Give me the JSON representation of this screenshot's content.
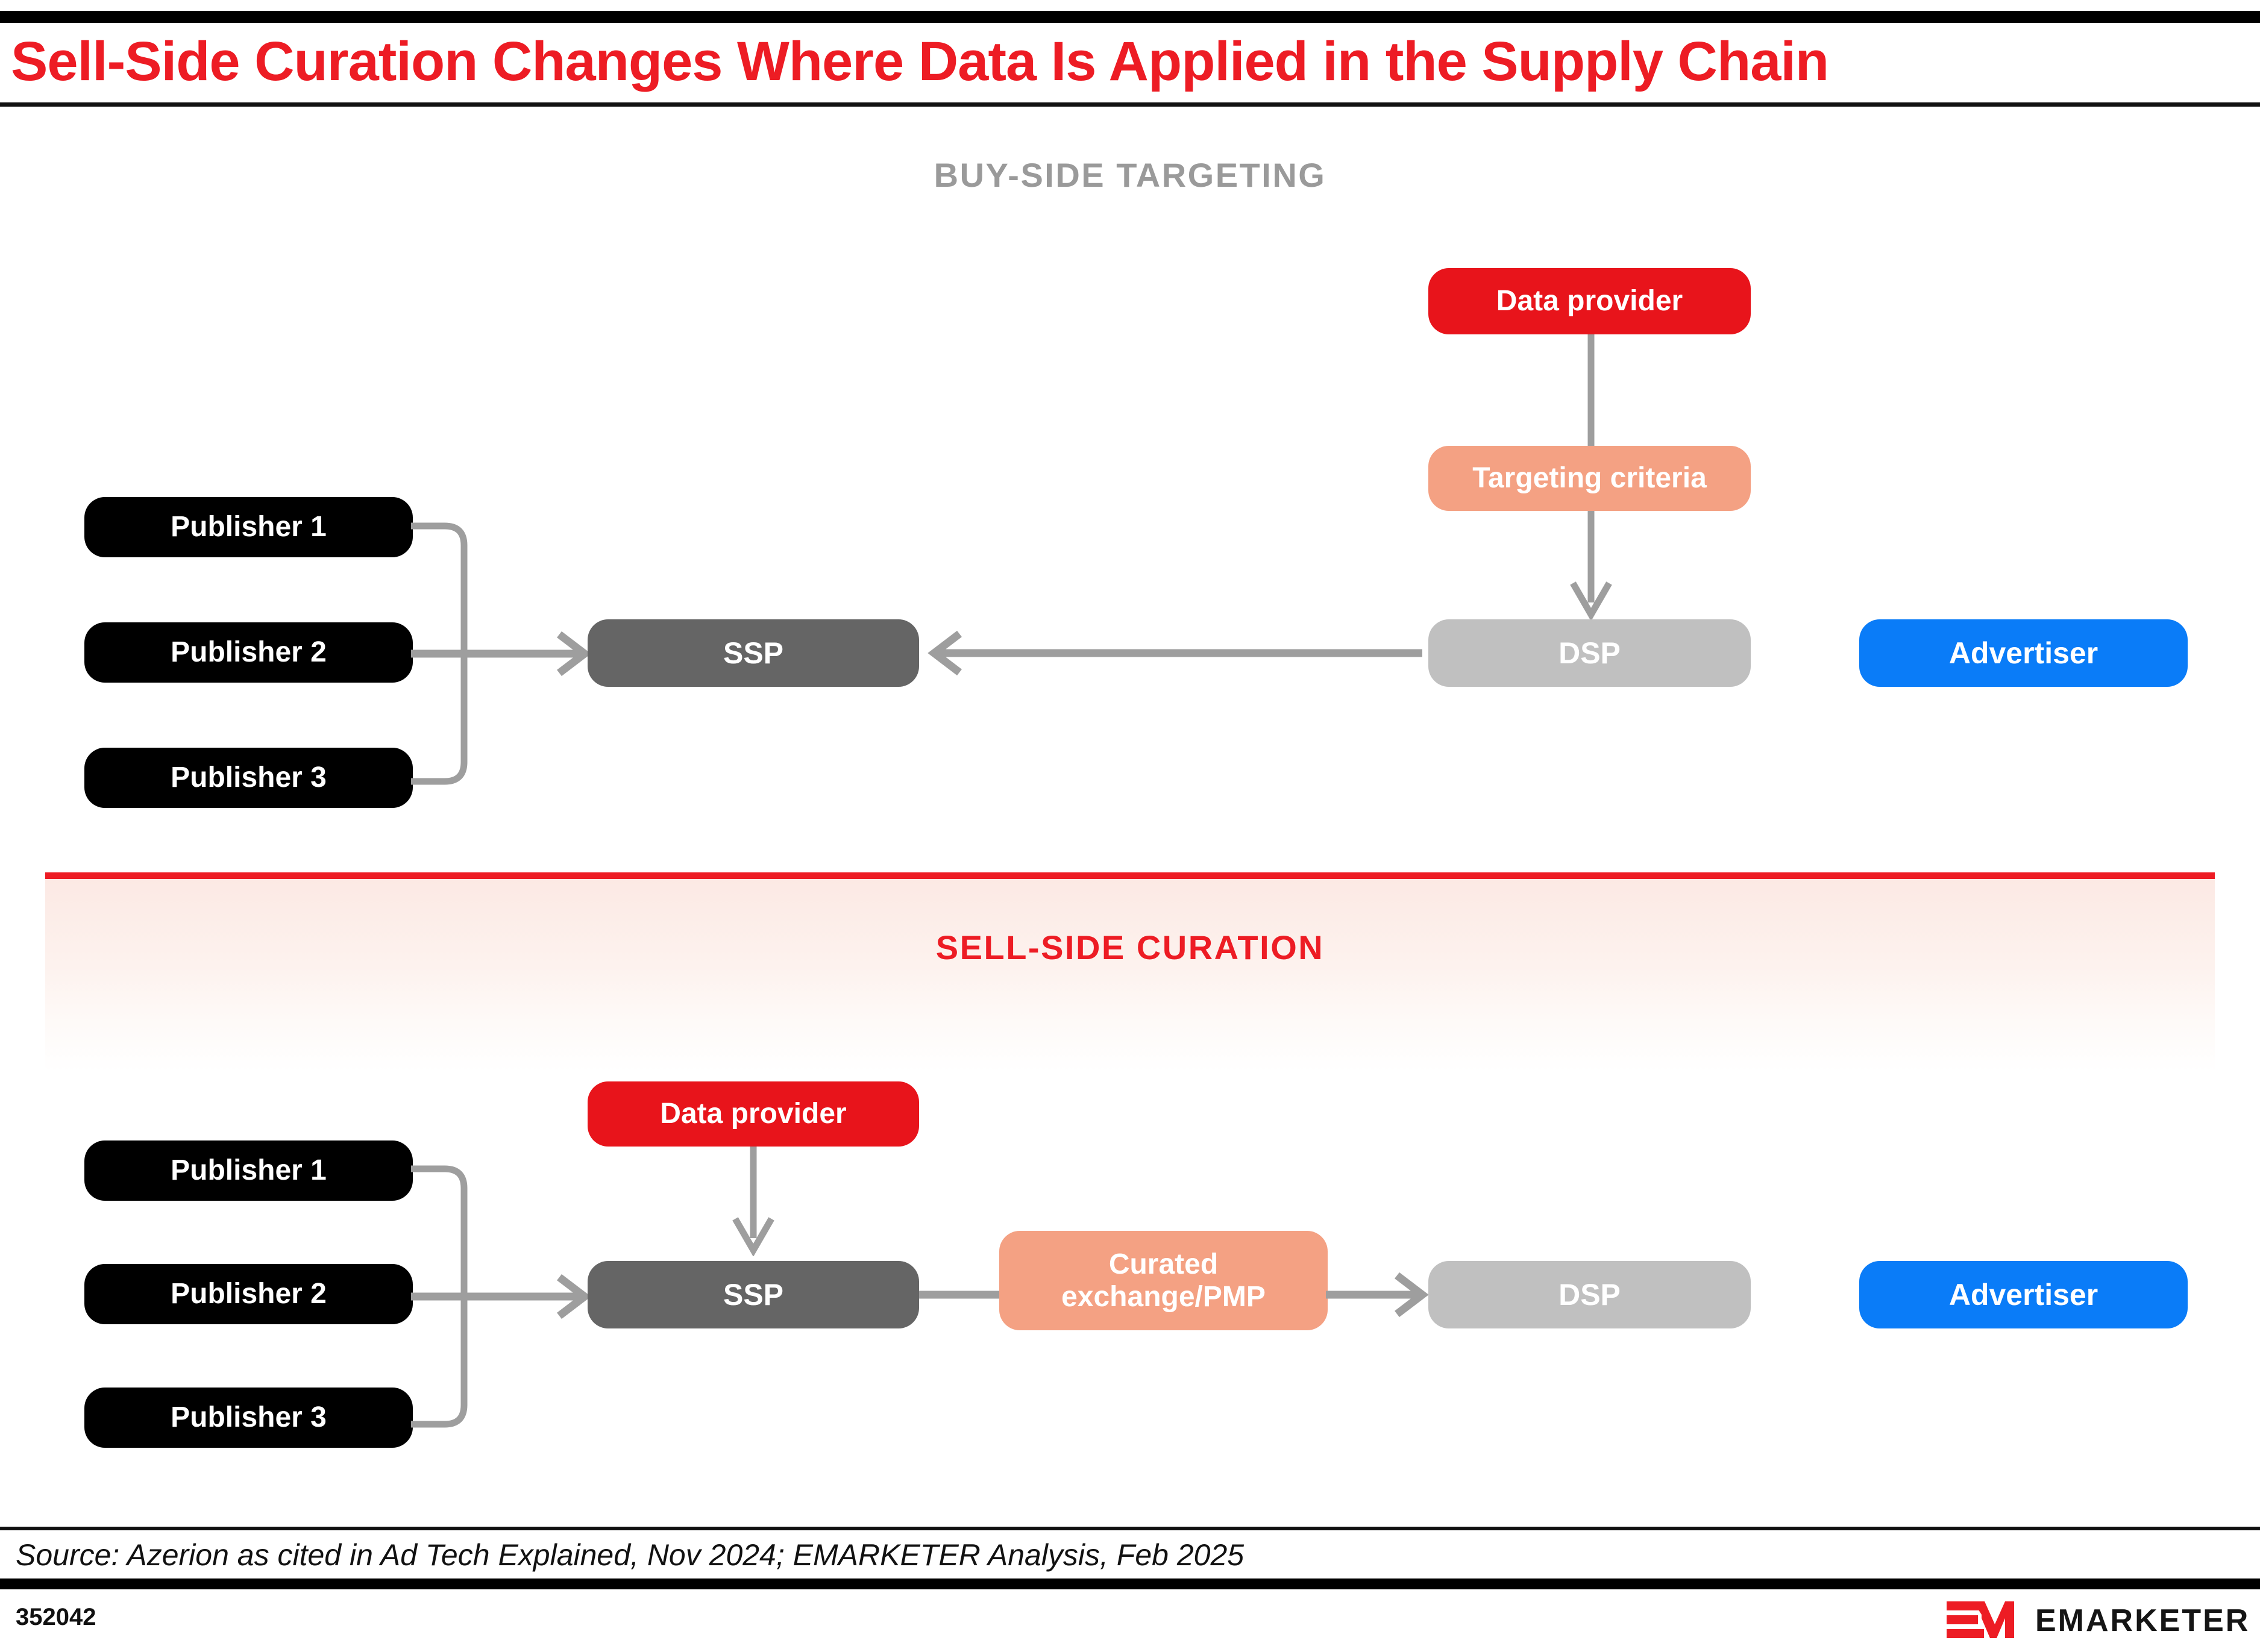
{
  "header": {
    "title": "Sell-Side Curation Changes Where Data Is Applied in the Supply Chain"
  },
  "sections": {
    "buy_side": {
      "label": "BUY-SIDE TARGETING"
    },
    "sell_side": {
      "label": "SELL-SIDE CURATION"
    }
  },
  "buy_side_nodes": {
    "publisher_1": "Publisher 1",
    "publisher_2": "Publisher 2",
    "publisher_3": "Publisher 3",
    "ssp": "SSP",
    "dsp": "DSP",
    "advertiser": "Advertiser",
    "data_provider": "Data provider",
    "targeting_criteria": "Targeting criteria"
  },
  "sell_side_nodes": {
    "publisher_1": "Publisher 1",
    "publisher_2": "Publisher 2",
    "publisher_3": "Publisher 3",
    "data_provider": "Data provider",
    "ssp": "SSP",
    "curated_exchange_line1": "Curated",
    "curated_exchange_line2": "exchange/PMP",
    "dsp": "DSP",
    "advertiser": "Advertiser"
  },
  "footer": {
    "source": "Source: Azerion as cited in Ad Tech Explained, Nov 2024; EMARKETER Analysis, Feb 2025",
    "chart_id": "352042",
    "logo_wordmark": "EMARKETER"
  },
  "colors": {
    "brand_red": "#ED1C24",
    "data_provider_red": "#E8141B",
    "salmon": "#F4A183",
    "publisher_black": "#000000",
    "ssp_gray": "#656565",
    "dsp_gray": "#C0C0C0",
    "advertiser_blue": "#0A7CF8",
    "connector_gray": "#9e9e9e",
    "section_label_gray": "#9A9A9A"
  }
}
